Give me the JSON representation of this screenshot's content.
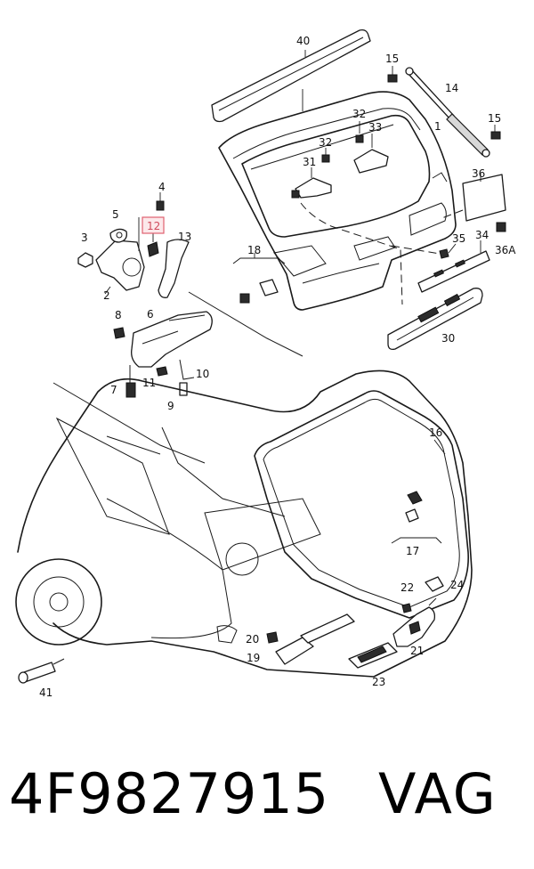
{
  "callouts": {
    "c1": "1",
    "c2": "2",
    "c3": "3",
    "c4": "4",
    "c5": "5",
    "c6": "6",
    "c7": "7",
    "c8": "8",
    "c9": "9",
    "c10": "10",
    "c11": "11",
    "c12": "12",
    "c13": "13",
    "c14": "14",
    "c15a": "15",
    "c15b": "15",
    "c16": "16",
    "c17": "17",
    "c18": "18",
    "c19": "19",
    "c20": "20",
    "c21": "21",
    "c22": "22",
    "c23": "23",
    "c24": "24",
    "c30": "30",
    "c31": "31",
    "c32a": "32",
    "c32b": "32",
    "c33": "33",
    "c34": "34",
    "c35": "35",
    "c36": "36",
    "c36a": "36A",
    "c40": "40",
    "c41": "41"
  },
  "highlight": {
    "callout": "12",
    "color": "#e06070"
  },
  "footer": {
    "part_number": "4F9827915",
    "brand": "VAG"
  }
}
